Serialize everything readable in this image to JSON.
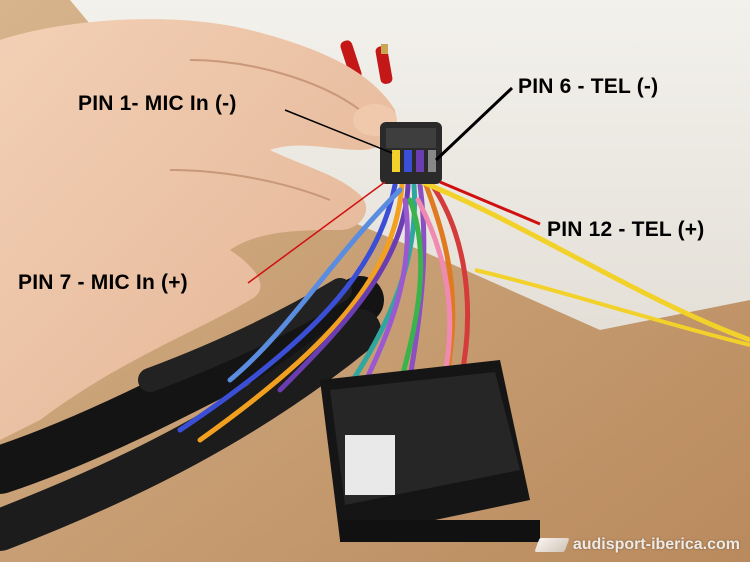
{
  "labels": {
    "pin1": "PIN 1- MIC In (-)",
    "pin6": "PIN 6 - TEL (-)",
    "pin12": "PIN 12 - TEL (+)",
    "pin7": "PIN 7 - MIC In (+)"
  },
  "watermark": "audisport-iberica.com",
  "colors": {
    "pin1_line": "#000000",
    "pin6_line": "#000000",
    "pin12_line": "#d01010",
    "pin7_line": "#d01010"
  }
}
